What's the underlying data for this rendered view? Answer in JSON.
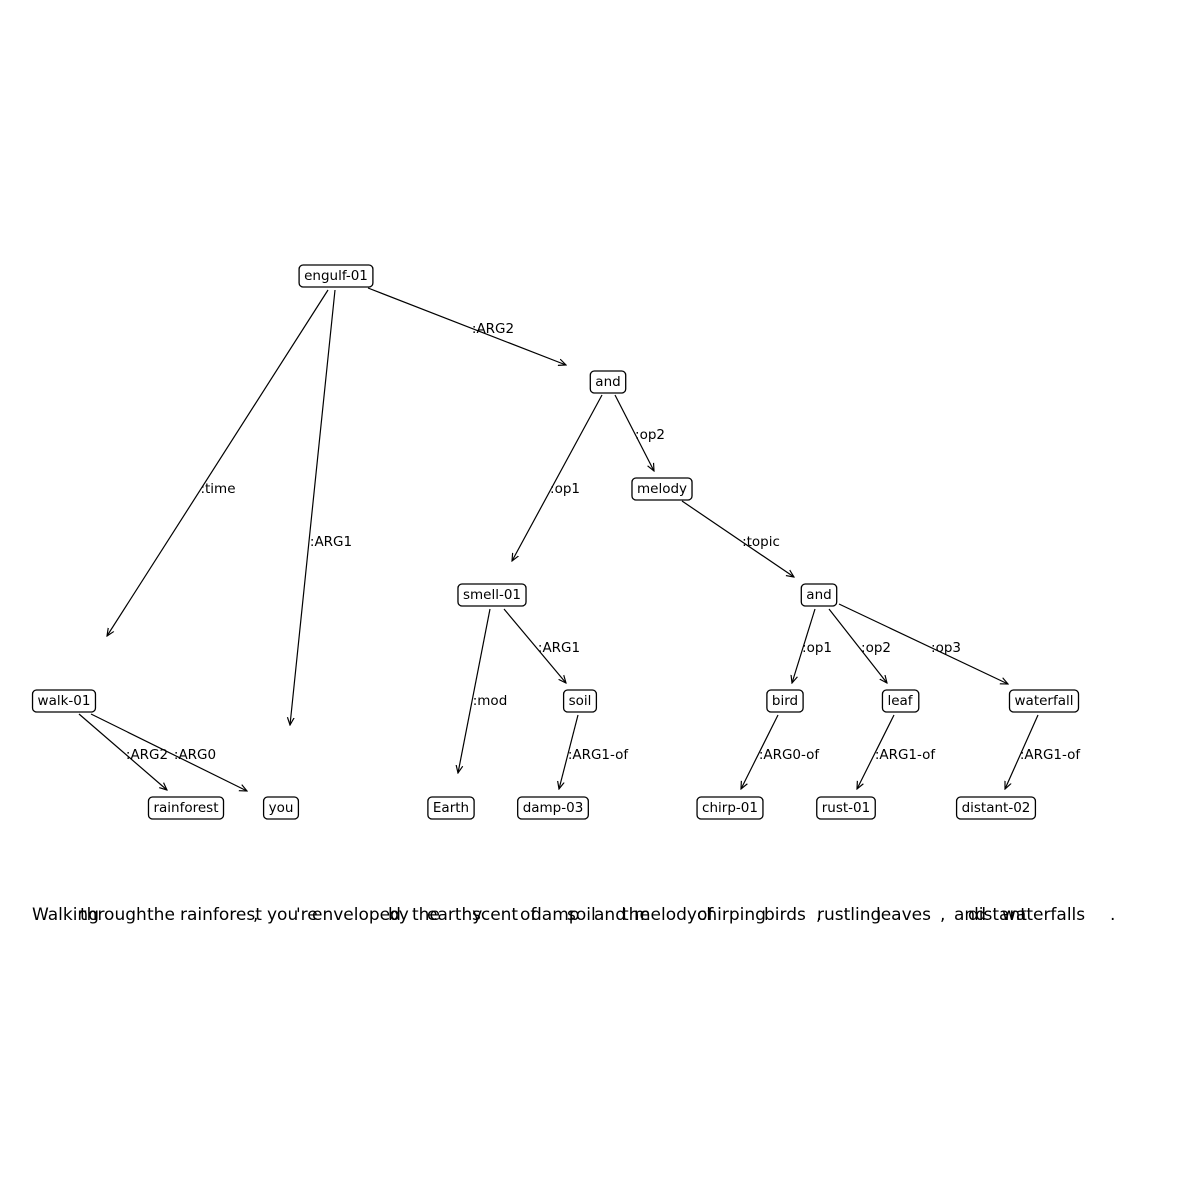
{
  "amr_graph": {
    "nodes": [
      {
        "id": "engulf",
        "label": "engulf-01"
      },
      {
        "id": "and1",
        "label": "and"
      },
      {
        "id": "melody",
        "label": "melody"
      },
      {
        "id": "smell",
        "label": "smell-01"
      },
      {
        "id": "and2",
        "label": "and"
      },
      {
        "id": "walk",
        "label": "walk-01"
      },
      {
        "id": "soil",
        "label": "soil"
      },
      {
        "id": "bird",
        "label": "bird"
      },
      {
        "id": "leaf",
        "label": "leaf"
      },
      {
        "id": "waterfall",
        "label": "waterfall"
      },
      {
        "id": "rainforest",
        "label": "rainforest"
      },
      {
        "id": "you",
        "label": "you"
      },
      {
        "id": "earth",
        "label": "Earth"
      },
      {
        "id": "damp",
        "label": "damp-03"
      },
      {
        "id": "chirp",
        "label": "chirp-01"
      },
      {
        "id": "rust",
        "label": "rust-01"
      },
      {
        "id": "distant",
        "label": "distant-02"
      }
    ],
    "edges": [
      {
        "from": "engulf",
        "to": "walk",
        "label": ":time"
      },
      {
        "from": "engulf",
        "to": "you",
        "label": ":ARG1"
      },
      {
        "from": "engulf",
        "to": "and1",
        "label": ":ARG2"
      },
      {
        "from": "and1",
        "to": "smell",
        "label": ":op1"
      },
      {
        "from": "and1",
        "to": "melody",
        "label": ":op2"
      },
      {
        "from": "melody",
        "to": "and2",
        "label": ":topic"
      },
      {
        "from": "smell",
        "to": "earth",
        "label": ":mod"
      },
      {
        "from": "smell",
        "to": "soil",
        "label": ":ARG1"
      },
      {
        "from": "soil",
        "to": "damp",
        "label": ":ARG1-of"
      },
      {
        "from": "and2",
        "to": "bird",
        "label": ":op1"
      },
      {
        "from": "and2",
        "to": "leaf",
        "label": ":op2"
      },
      {
        "from": "and2",
        "to": "waterfall",
        "label": ":op3"
      },
      {
        "from": "bird",
        "to": "chirp",
        "label": ":ARG0-of"
      },
      {
        "from": "leaf",
        "to": "rust",
        "label": ":ARG1-of"
      },
      {
        "from": "waterfall",
        "to": "distant",
        "label": ":ARG1-of"
      },
      {
        "from": "walk",
        "to": "rainforest",
        "label": ":ARG2"
      },
      {
        "from": "walk",
        "to": "you",
        "label": ":ARG0"
      }
    ]
  },
  "sentence_tokens": [
    "Walking",
    "through",
    "the",
    "rainforest",
    ",",
    "you",
    "'re",
    "enveloped",
    "by",
    "the",
    "earthy",
    "scent",
    "of",
    "damp",
    "soil",
    "and",
    "the",
    "melody",
    "of",
    "chirping",
    "birds",
    ",",
    "rustling",
    "leaves",
    ",",
    "and",
    "distant",
    "waterfalls",
    "."
  ]
}
